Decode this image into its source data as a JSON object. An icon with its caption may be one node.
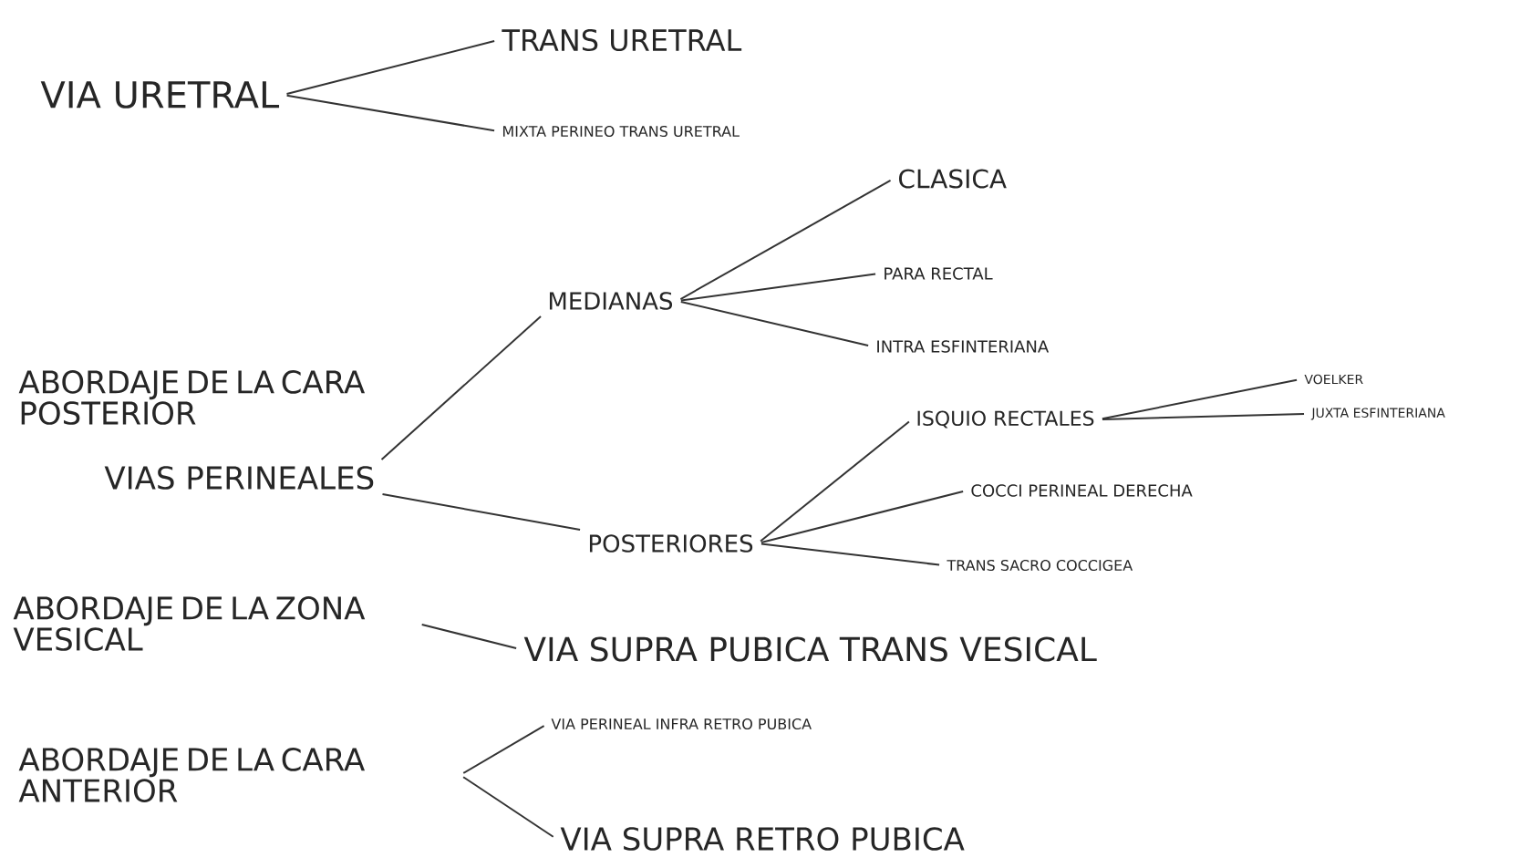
{
  "diagram": {
    "nodes": [
      {
        "text": [
          "VIA URETRAL"
        ]
      },
      {
        "text": [
          "TRANS URETRAL"
        ]
      },
      {
        "text": [
          "MIXTA PERINEO TRANS URETRAL"
        ]
      },
      {
        "text": [
          "ABORDAJE DE LA CARA POSTERIOR"
        ]
      },
      {
        "text": [
          "VIAS PERINEALES"
        ]
      },
      {
        "text": [
          "MEDIANAS"
        ]
      },
      {
        "text": [
          "CLASICA"
        ]
      },
      {
        "text": [
          "PARA RECTAL"
        ]
      },
      {
        "text": [
          "INTRA ESFINTERIANA"
        ]
      },
      {
        "text": [
          "POSTERIORES"
        ]
      },
      {
        "text": [
          "ISQUIO RECTALES"
        ]
      },
      {
        "text": [
          "VOELKER"
        ]
      },
      {
        "text": [
          "JUXTA ESFINTERIANA"
        ]
      },
      {
        "text": [
          "COCCI PERINEAL DERECHA"
        ]
      },
      {
        "text": [
          "TRANS SACRO COCCIGEA"
        ]
      },
      {
        "text": [
          "ABORDAJE DE LA ZONA VESICAL"
        ]
      },
      {
        "text": [
          "VIA SUPRA PUBICA TRANS VESICAL"
        ]
      },
      {
        "text": [
          "ABORDAJE DE LA CARA ANTERIOR"
        ]
      },
      {
        "text": [
          "VIA PERINEAL INFRA RETRO PUBICA"
        ]
      },
      {
        "text": [
          "VIA SUPRA RETRO PUBICA"
        ]
      }
    ],
    "edges": [
      {
        "from": 0,
        "to": 1,
        "arrow": "none"
      },
      {
        "from": 0,
        "to": 2,
        "arrow": "none"
      },
      {
        "from": 4,
        "to": 5,
        "arrow": "none"
      },
      {
        "from": 4,
        "to": 9,
        "arrow": "none"
      },
      {
        "from": 5,
        "to": 6,
        "arrow": "none"
      },
      {
        "from": 5,
        "to": 7,
        "arrow": "none"
      },
      {
        "from": 5,
        "to": 8,
        "arrow": "none"
      },
      {
        "from": 9,
        "to": 10,
        "arrow": "none"
      },
      {
        "from": 9,
        "to": 13,
        "arrow": "none"
      },
      {
        "from": 9,
        "to": 14,
        "arrow": "none"
      },
      {
        "from": 10,
        "to": 11,
        "arrow": "none"
      },
      {
        "from": 10,
        "to": 12,
        "arrow": "none"
      },
      {
        "from": 15,
        "to": 16,
        "arrow": "none"
      },
      {
        "from": 17,
        "to": 18,
        "arrow": "none"
      },
      {
        "from": 17,
        "to": 19,
        "arrow": "none"
      }
    ]
  }
}
